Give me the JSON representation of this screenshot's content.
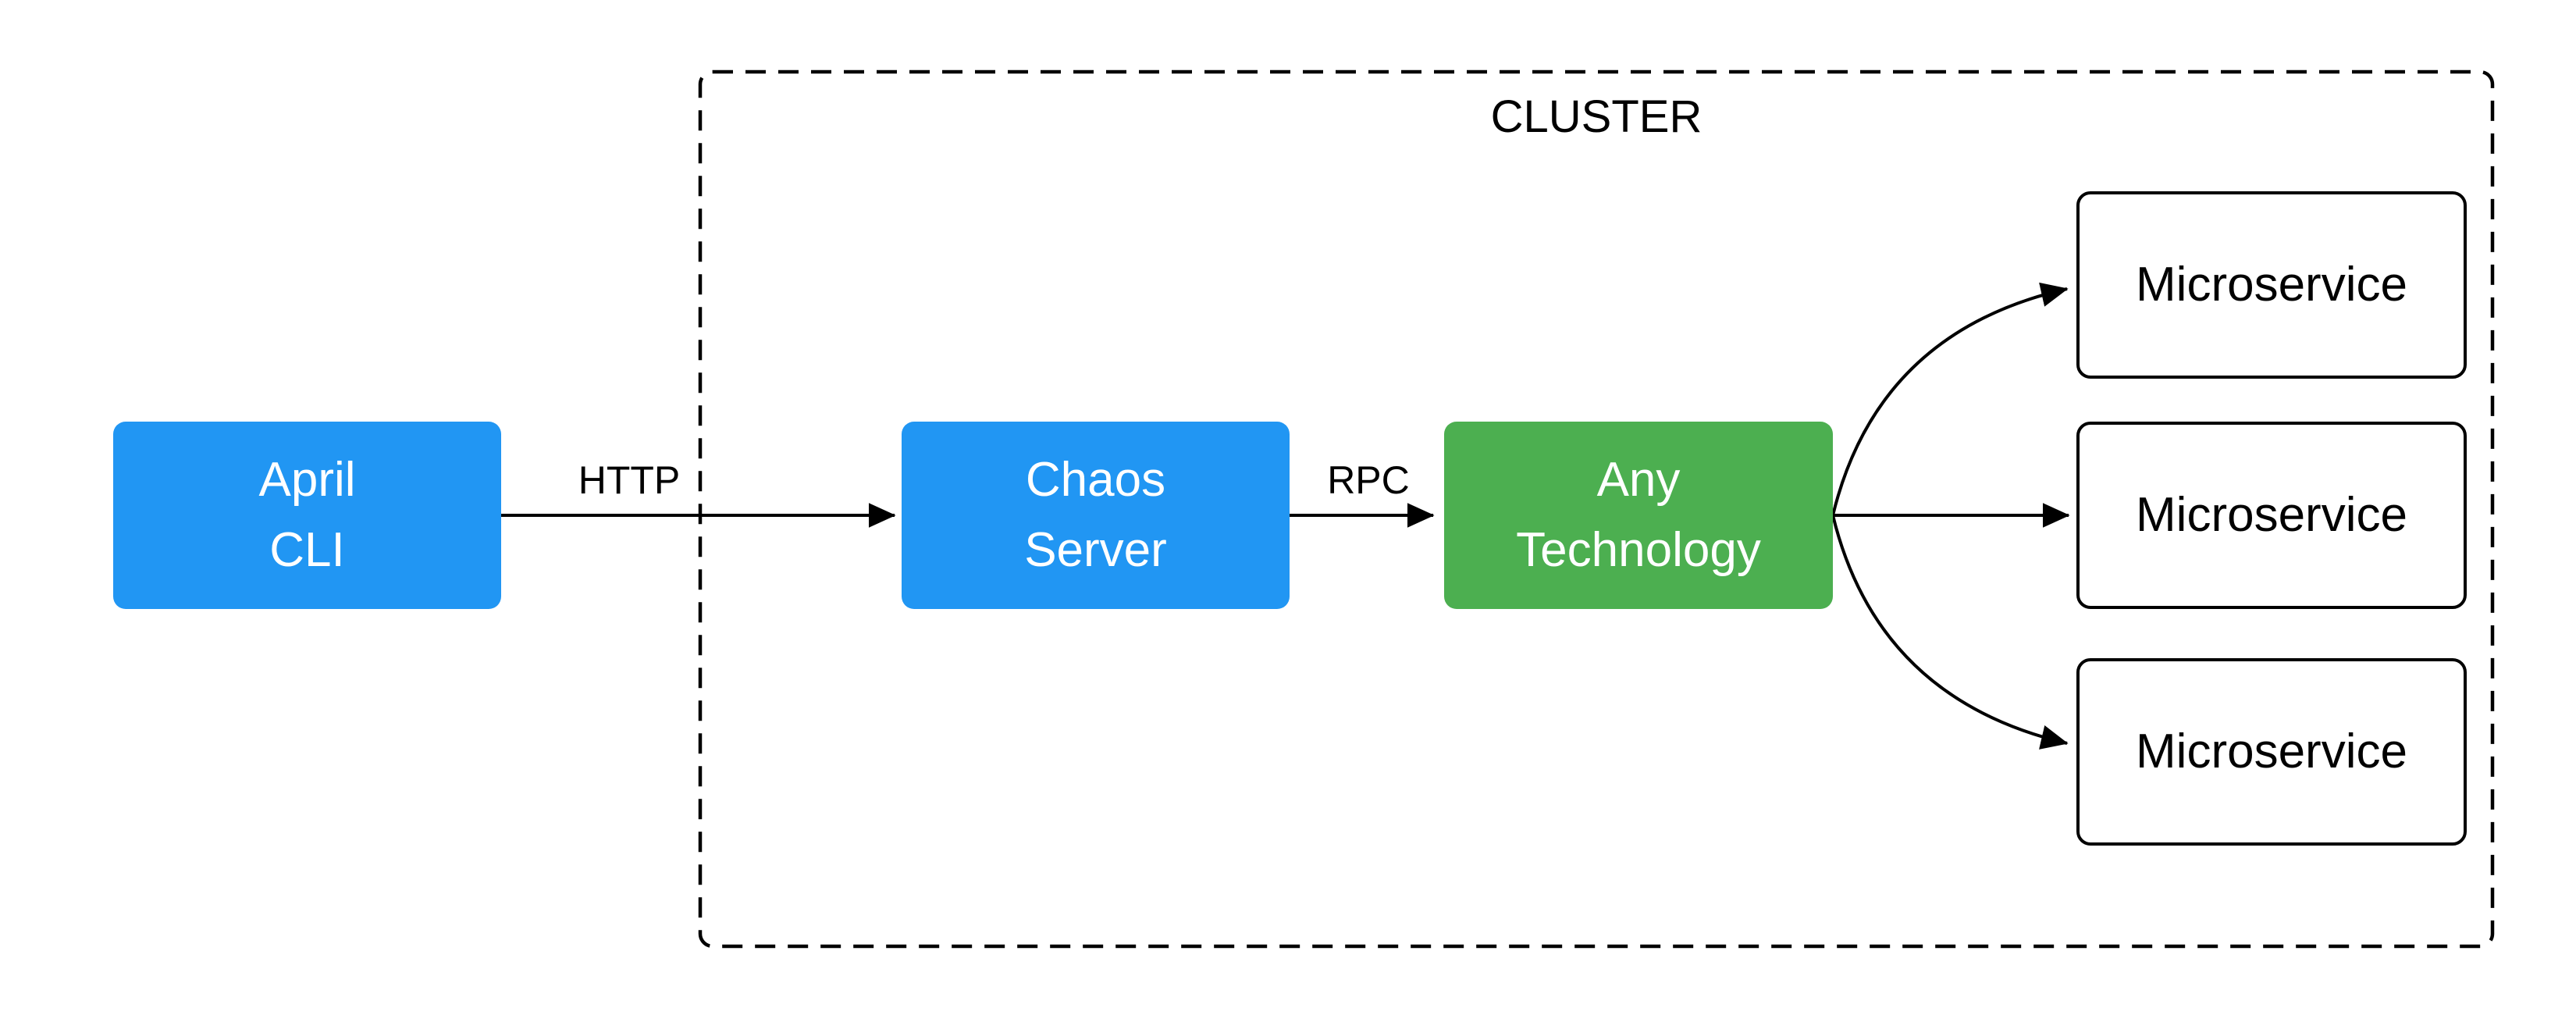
{
  "diagram": {
    "type": "flow-diagram",
    "background": "#FFFFFF",
    "cluster": {
      "label": "CLUSTER",
      "border_style": "dashed",
      "border_color": "#000000"
    },
    "nodes": {
      "april": {
        "line1": "April",
        "line2": "CLI",
        "fill": "#2196F3",
        "text_color": "#FFFFFF",
        "in_cluster": false
      },
      "chaos": {
        "line1": "Chaos",
        "line2": "Server",
        "fill": "#2196F3",
        "text_color": "#FFFFFF",
        "in_cluster": true
      },
      "any": {
        "line1": "Any",
        "line2": "Technology",
        "fill": "#4CAF50",
        "text_color": "#FFFFFF",
        "in_cluster": true
      },
      "micro1": {
        "label": "Microservice",
        "fill": "#FFFFFF",
        "border_color": "#000000",
        "text_color": "#000000",
        "in_cluster": true
      },
      "micro2": {
        "label": "Microservice",
        "fill": "#FFFFFF",
        "border_color": "#000000",
        "text_color": "#000000",
        "in_cluster": true
      },
      "micro3": {
        "label": "Microservice",
        "fill": "#FFFFFF",
        "border_color": "#000000",
        "text_color": "#000000",
        "in_cluster": true
      }
    },
    "edges": {
      "http": {
        "from": "april",
        "to": "chaos",
        "label": "HTTP",
        "style": "straight-arrow"
      },
      "rpc": {
        "from": "chaos",
        "to": "any",
        "label": "RPC",
        "style": "straight-arrow"
      },
      "fan_top": {
        "from": "any",
        "to": "micro1",
        "label": "",
        "style": "curved-arrow"
      },
      "fan_middle": {
        "from": "any",
        "to": "micro2",
        "label": "",
        "style": "straight-arrow"
      },
      "fan_bottom": {
        "from": "any",
        "to": "micro3",
        "label": "",
        "style": "curved-arrow"
      }
    },
    "colors": {
      "node_blue": "#2196F3",
      "node_green": "#4CAF50",
      "stroke": "#000000",
      "text_on_fill": "#FFFFFF",
      "text": "#000000",
      "background": "#FFFFFF"
    }
  }
}
